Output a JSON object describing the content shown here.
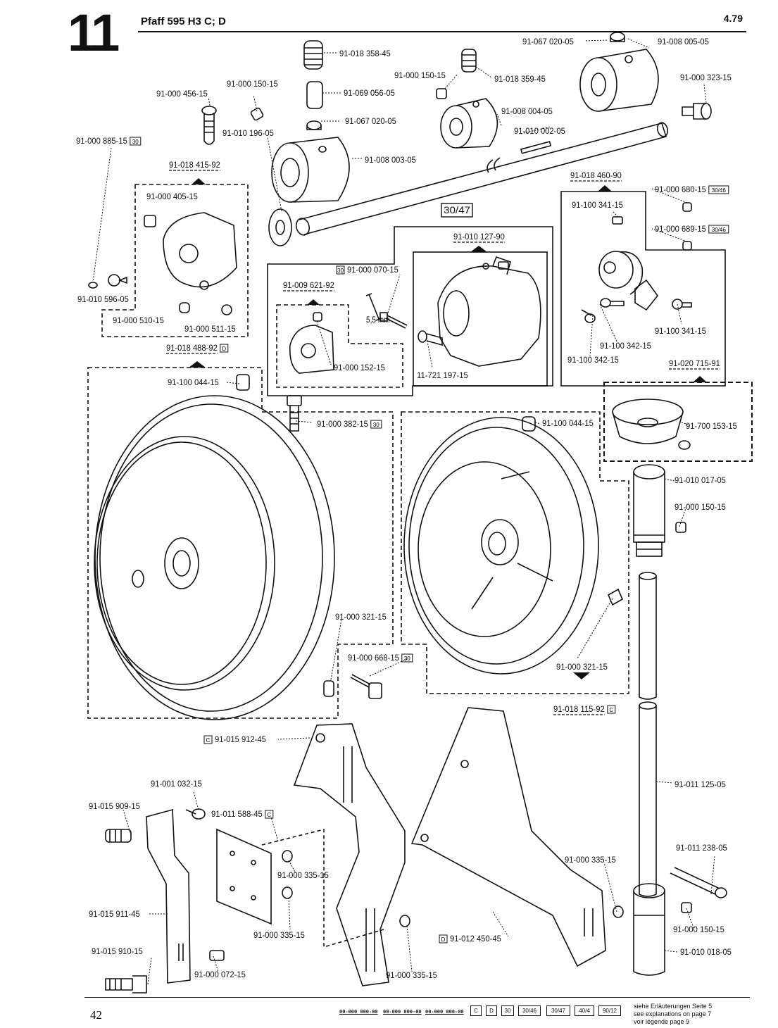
{
  "header": {
    "section_number": "11",
    "title": "Pfaff 595 H3 C; D",
    "date": "4.79"
  },
  "footer": {
    "page_number": "42",
    "legend_codes": [
      "00-000 000-00",
      "00-000 000-00",
      "00-000 000-00"
    ],
    "legend_boxes": [
      "C",
      "D",
      "30",
      "30/46",
      "30/47",
      "40/4",
      "90/12"
    ],
    "notes": [
      "siehe Erläuterungen Seite 5",
      "see explanations on page 7",
      "voir légende page 9"
    ]
  },
  "labels": [
    {
      "text": "91-018 358-45"
    },
    {
      "text": "91-067 020-05"
    },
    {
      "text": "91-008 005-05"
    },
    {
      "text": "91-000 150-15"
    },
    {
      "text": "91-018 359-45"
    },
    {
      "text": "91-000 323-15"
    },
    {
      "text": "91-000 150-15"
    },
    {
      "text": "91-069 056-05"
    },
    {
      "text": "91-000 456-15"
    },
    {
      "text": "91-008 004-05"
    },
    {
      "text": "91-067 020-05"
    },
    {
      "text": "91-010 196-05"
    },
    {
      "text": "91-010 002-05"
    },
    {
      "text": "91-000 885-15",
      "box": "30"
    },
    {
      "text": "91-008 003-05"
    },
    {
      "text": "91-018 415-92",
      "underline": true
    },
    {
      "text": "91-018 460-90",
      "underline": true
    },
    {
      "text": "91-000 680-15",
      "box": "30/46"
    },
    {
      "text": "91-000 405-15"
    },
    {
      "text": "30/47",
      "bigbox": true
    },
    {
      "text": "91-100 341-15"
    },
    {
      "text": "91-000 689-15",
      "box": "30/46"
    },
    {
      "text": "91-010 127-90",
      "underline": true
    },
    {
      "text": "91-000 070-15",
      "boxleft": "30"
    },
    {
      "text": "91-009 621-92",
      "underline": true
    },
    {
      "text": "91-010 596-05"
    },
    {
      "text": "5,5 mm"
    },
    {
      "text": "91-000 510-15"
    },
    {
      "text": "91-000 511-15"
    },
    {
      "text": "91-100 341-15"
    },
    {
      "text": "91-018 488-92",
      "underline": true,
      "box": "D"
    },
    {
      "text": "91-100 342-15"
    },
    {
      "text": "91-000 152-15"
    },
    {
      "text": "11-721 197-15"
    },
    {
      "text": "91-100 342-15"
    },
    {
      "text": "91-020 715-91",
      "underline": true
    },
    {
      "text": "91-100 044-15"
    },
    {
      "text": "91-000 382-15",
      "box": "30"
    },
    {
      "text": "91-100 044-15"
    },
    {
      "text": "91-700 153-15"
    },
    {
      "text": "91-010 017-05"
    },
    {
      "text": "91-000 150-15"
    },
    {
      "text": "91-000 321-15"
    },
    {
      "text": "91-000 668-15",
      "box": "30"
    },
    {
      "text": "91-000 321-15"
    },
    {
      "text": "91-018 115-92",
      "underline": true,
      "box": "C"
    },
    {
      "text": "91-015 912-45",
      "boxleft": "C"
    },
    {
      "text": "91-011 125-05"
    },
    {
      "text": "91-001 032-15"
    },
    {
      "text": "91-015 909-15"
    },
    {
      "text": "91-011 588-45",
      "box": "C"
    },
    {
      "text": "91-011 238-05"
    },
    {
      "text": "91-000 335-15"
    },
    {
      "text": "91-000 335-15"
    },
    {
      "text": "91-015 911-45"
    },
    {
      "text": "91-000 335-15"
    },
    {
      "text": "91-000 150-15"
    },
    {
      "text": "91-012 450-45",
      "boxleft": "D"
    },
    {
      "text": "91-015 910-15"
    },
    {
      "text": "91-010 018-05"
    },
    {
      "text": "91-000 072-15"
    },
    {
      "text": "91-000 335-15"
    }
  ]
}
